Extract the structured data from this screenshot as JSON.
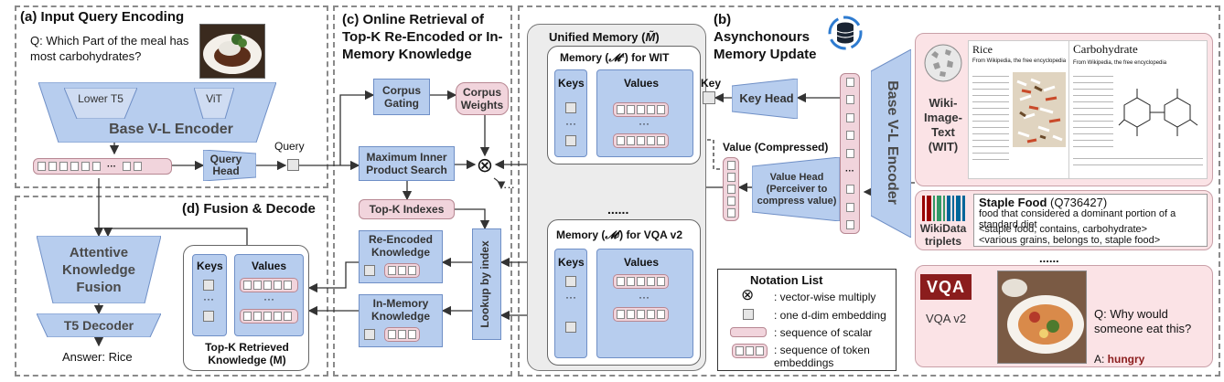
{
  "panels": {
    "a_title": "(a) Input Query Encoding",
    "b_title": "(b) Asynchonours Memory Update",
    "c_title": "(c) Online Retrieval of Top-K Re-Encoded or In-Memory Knowledge",
    "d_title": "(d) Fusion & Decode"
  },
  "query": {
    "question": "Q: Which Part of the meal has most carbohydrates?",
    "lower_t5": "Lower T5",
    "vit": "ViT",
    "base_encoder": "Base V-L Encoder",
    "query_head": "Query Head",
    "query_label": "Query",
    "dots": "···"
  },
  "retrieval": {
    "corpus_gating": "Corpus Gating",
    "corpus_weights": "Corpus Weights",
    "mips": "Maximum Inner Product Search",
    "topk_indexes": "Top-K Indexes",
    "re_encoded": "Re-Encoded Knowledge",
    "in_memory": "In-Memory Knowledge",
    "lookup": "Lookup by index",
    "multiply": "⊗",
    "dots": "···"
  },
  "fusion": {
    "attentive": "Attentive Knowledge Fusion",
    "t5_decoder": "T5 Decoder",
    "answer": "Answer: Rice",
    "keys": "Keys",
    "values": "Values",
    "retrieved": "Top-K Retrieved Knowledge (M)",
    "dots": "···"
  },
  "memory": {
    "unified_prefix": "Unified Memory (",
    "unified_symbol": "M̃",
    "unified_suffix": ")",
    "wit_prefix": "Memory (",
    "wit_symbol": "𝓜¹",
    "wit_suffix": ") for WIT",
    "vqa_prefix": "Memory (",
    "vqa_symbol": "𝓜ʲ",
    "vqa_suffix": ") for VQA v2",
    "keys": "Keys",
    "values": "Values",
    "ellipsis": "......",
    "dots": "···"
  },
  "update": {
    "key": "Key",
    "key_head": "Key Head",
    "value_compressed": "Value (Compressed)",
    "value_head": "Value Head (Perceiver to compress value)",
    "base_encoder": "Base V-L Encoder",
    "dots": "···"
  },
  "notation": {
    "title": "Notation List",
    "items": [
      ": vector-wise multiply",
      ": one d-dim embedding",
      ": sequence of scalar",
      ": sequence of token embeddings"
    ]
  },
  "sources": {
    "wit_label": "Wiki-Image-Text (WIT)",
    "wit_article1_title": "Rice",
    "wit_article1_sub": "From Wikipedia, the free encyclopedia",
    "wit_article2_title": "Carbohydrate",
    "wit_article2_sub": "From Wikipedia, the free encyclopedia",
    "wikidata_label": "WikiData triplets",
    "wikidata_title": "Staple Food",
    "wikidata_id": "(Q736427)",
    "wikidata_desc": "food that considered a dominant portion of a standard diet",
    "wikidata_t1": "<staple food, contains, carbohydrate>",
    "wikidata_t2": "<various grains, belongs to, staple food>",
    "vqa_logo": "VQA",
    "vqa_label": "VQA v2",
    "vqa_q": "Q: Why would someone eat this?",
    "vqa_a_prefix": "A: ",
    "vqa_a": "hungry",
    "ellipsis": "......"
  },
  "colors": {
    "blue_fill": "#b7cdee",
    "pink_fill": "#f1d4dc",
    "source_card": "#fbe3e6",
    "text_grey": "#333333"
  }
}
